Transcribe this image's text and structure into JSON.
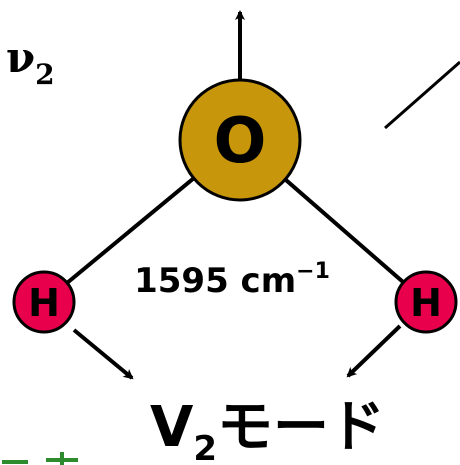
{
  "diagram": {
    "mode_symbol": "ν",
    "mode_subscript": "2",
    "frequency_value": "1595 cm",
    "frequency_exponent": "−1",
    "caption_letter": "V",
    "caption_subscript": "2",
    "caption_suffix": "モード",
    "atoms": {
      "oxygen": {
        "label": "O",
        "color": "#c8960a"
      },
      "hydrogen_left": {
        "label": "H",
        "color": "#e8004c"
      },
      "hydrogen_right": {
        "label": "H",
        "color": "#e8004c"
      }
    },
    "bond_color": "#000000",
    "arrow_color": "#000000",
    "bottom_fragment_color": "#2e8b2e"
  }
}
